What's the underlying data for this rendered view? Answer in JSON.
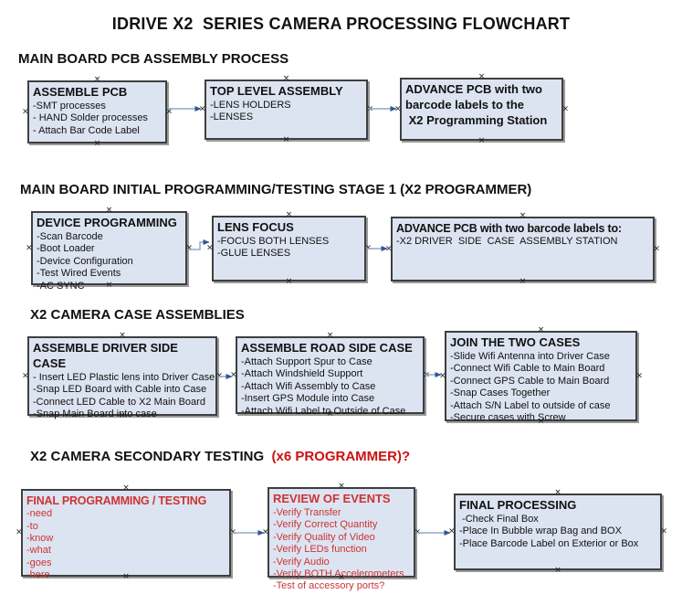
{
  "page_title": "IDRIVE X2  SERIES CAMERA PROCESSING FLOWCHART",
  "icons": {
    "connector_handle": "×"
  },
  "colors": {
    "box_fill": "#dce4f1",
    "box_border": "#3f3f3f",
    "box_shadow": "#9a9a9a",
    "red_text": "#cc3333",
    "red_heading": "#cc1111",
    "arrow_line": "#91a8c4",
    "arrow_head": "#2f5496",
    "text": "#111111"
  },
  "sections": [
    {
      "heading": "MAIN BOARD PCB ASSEMBLY PROCESS",
      "boxes": [
        {
          "title": "ASSEMBLE PCB",
          "items": [
            "-SMT processes",
            "- HAND Solder processes",
            "- Attach Bar Code Label"
          ]
        },
        {
          "title": "TOP LEVEL ASSEMBLY",
          "items": [
            "-LENS HOLDERS",
            "-LENSES"
          ]
        },
        {
          "title": "ADVANCE PCB with two\nbarcode labels to the\n X2 Programming Station",
          "items": []
        }
      ]
    },
    {
      "heading": "MAIN BOARD INITIAL PROGRAMMING/TESTING STAGE 1 (X2 PROGRAMMER)",
      "boxes": [
        {
          "title": "DEVICE PROGRAMMING",
          "items": [
            "-Scan Barcode",
            "-Boot Loader",
            "-Device Configuration",
            "-Test Wired Events",
            "-AC SYNC"
          ]
        },
        {
          "title": "LENS FOCUS",
          "items": [
            "-FOCUS BOTH LENSES",
            "-GLUE LENSES"
          ]
        },
        {
          "title": "ADVANCE PCB with two barcode labels to:",
          "items": [
            "-X2 DRIVER  SIDE  CASE  ASSEMBLY STATION"
          ]
        }
      ]
    },
    {
      "heading": "X2 CAMERA CASE ASSEMBLIES",
      "boxes": [
        {
          "title": "ASSEMBLE DRIVER SIDE CASE",
          "items": [
            "- Insert LED Plastic lens into Driver Case",
            "-Snap LED Board with Cable into Case",
            "-Connect LED Cable to X2 Main Board",
            "-Snap Main Board into case"
          ]
        },
        {
          "title": "ASSEMBLE ROAD SIDE CASE",
          "items": [
            "-Attach Support Spur to Case",
            "-Attach Windshield Support",
            "-Attach Wifi Assembly to Case",
            "-Insert GPS Module into Case",
            "-Attach Wifi Label to Outside of Case"
          ]
        },
        {
          "title": "JOIN THE TWO CASES",
          "items": [
            "-Slide Wifi Antenna into Driver Case",
            "-Connect Wifi Cable to Main Board",
            "-Connect GPS Cable to Main Board",
            "-Snap Cases Together",
            "-Attach S/N Label to outside of case",
            "-Secure cases with Screw"
          ]
        }
      ]
    },
    {
      "heading": "X2 CAMERA SECONDARY TESTING ",
      "heading_red": " (x6 PROGRAMMER)?",
      "boxes": [
        {
          "title": "FINAL PROGRAMMING / TESTING",
          "items": [
            "-need",
            "-to",
            "-know",
            "-what",
            "-goes",
            "-here"
          ]
        },
        {
          "title": "REVIEW OF EVENTS",
          "items": [
            "-Verify Transfer",
            "-Verify Correct Quantity",
            "-Verify Quality of Video",
            "-Verify LEDs function",
            "-Verify Audio",
            "-Verify BOTH Accelerometers",
            "-Test of accessory ports?"
          ]
        },
        {
          "title": "FINAL PROCESSING",
          "items": [
            " -Check Final Box",
            "-Place In Bubble wrap Bag and BOX",
            "-Place Barcode Label on Exterior or Box"
          ]
        }
      ]
    }
  ]
}
